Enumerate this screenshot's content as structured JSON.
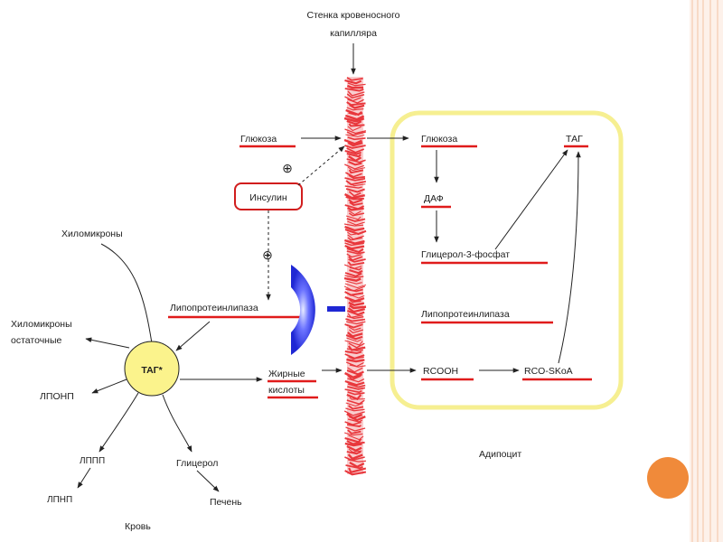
{
  "diagram": {
    "header_line1": "Стенка кровеносного",
    "header_line2": "капилляра",
    "glucose_left": "Глюкоза",
    "insulin": "Инсулин",
    "chylomicrons": "Хиломикроны",
    "chylomicrons_rem_line1": "Хиломикроны",
    "chylomicrons_rem_line2": "остаточные",
    "lpl_left": "Липопротеинлипаза",
    "tag_center": "ТАГ*",
    "fatty_acids_line1": "Жирные",
    "fatty_acids_line2": "кислоты",
    "lponp": "ЛПОНП",
    "lppp": "ЛППП",
    "lpnp": "ЛПНП",
    "glycerol": "Глицерол",
    "liver": "Печень",
    "blood": "Кровь",
    "plus_sign": "⊕",
    "glucose_right": "Глюкоза",
    "tag_right": "ТАГ",
    "daf": "ДАФ",
    "glycerol3p": "Глицерол-3-фосфат",
    "lpl_right": "Липопротеинлипаза",
    "rcooh": "RCOOH",
    "rcoskoa": "RCO-SKoA",
    "adipocyte": "Адипоцит"
  },
  "colors": {
    "capillary": "#e8373c",
    "cell_border": "#f6ef91",
    "tag_circle": "#fbf38c",
    "enzyme": "#1f27d4",
    "underline": "#e01b1b",
    "orange_dot": "#f08a3a"
  }
}
